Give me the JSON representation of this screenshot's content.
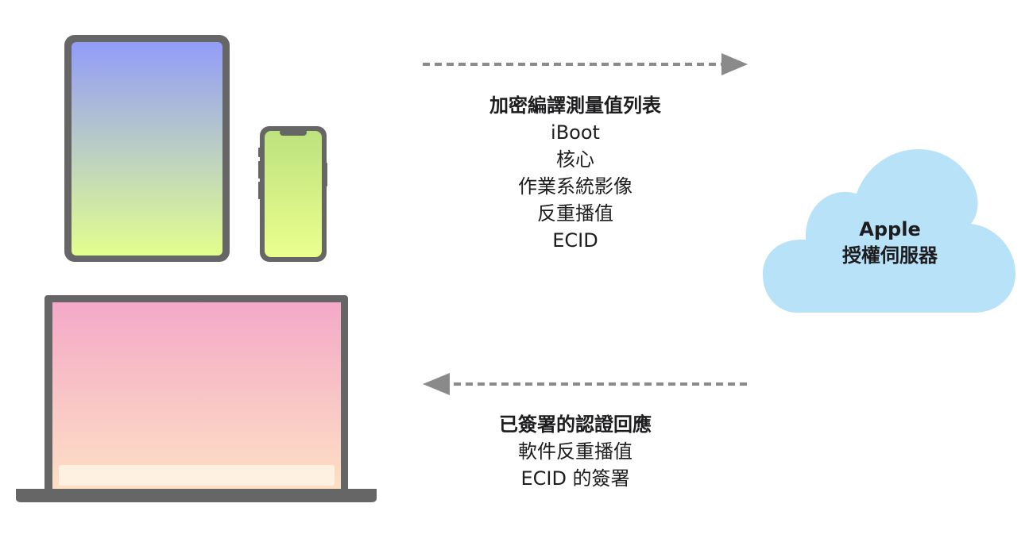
{
  "colors": {
    "device_frame": "#666666",
    "arrow": "#8a8a8a",
    "cloud": "#b8e2f8",
    "ipad_gradient": [
      "#929cf9",
      "#e2ff8e"
    ],
    "iphone_gradient": [
      "#bde27e",
      "#ebff8e"
    ],
    "laptop_gradient": [
      "#f4a9c8",
      "#fde0c4"
    ]
  },
  "request": {
    "title": "加密編譯測量值列表",
    "items": [
      "iBoot",
      "核心",
      "作業系統影像",
      "反重播值",
      "ECID"
    ]
  },
  "response": {
    "title": "已簽署的認證回應",
    "items": [
      "軟件反重播值",
      "ECID 的簽署"
    ]
  },
  "server": {
    "line1": "Apple",
    "line2": "授權伺服器"
  }
}
